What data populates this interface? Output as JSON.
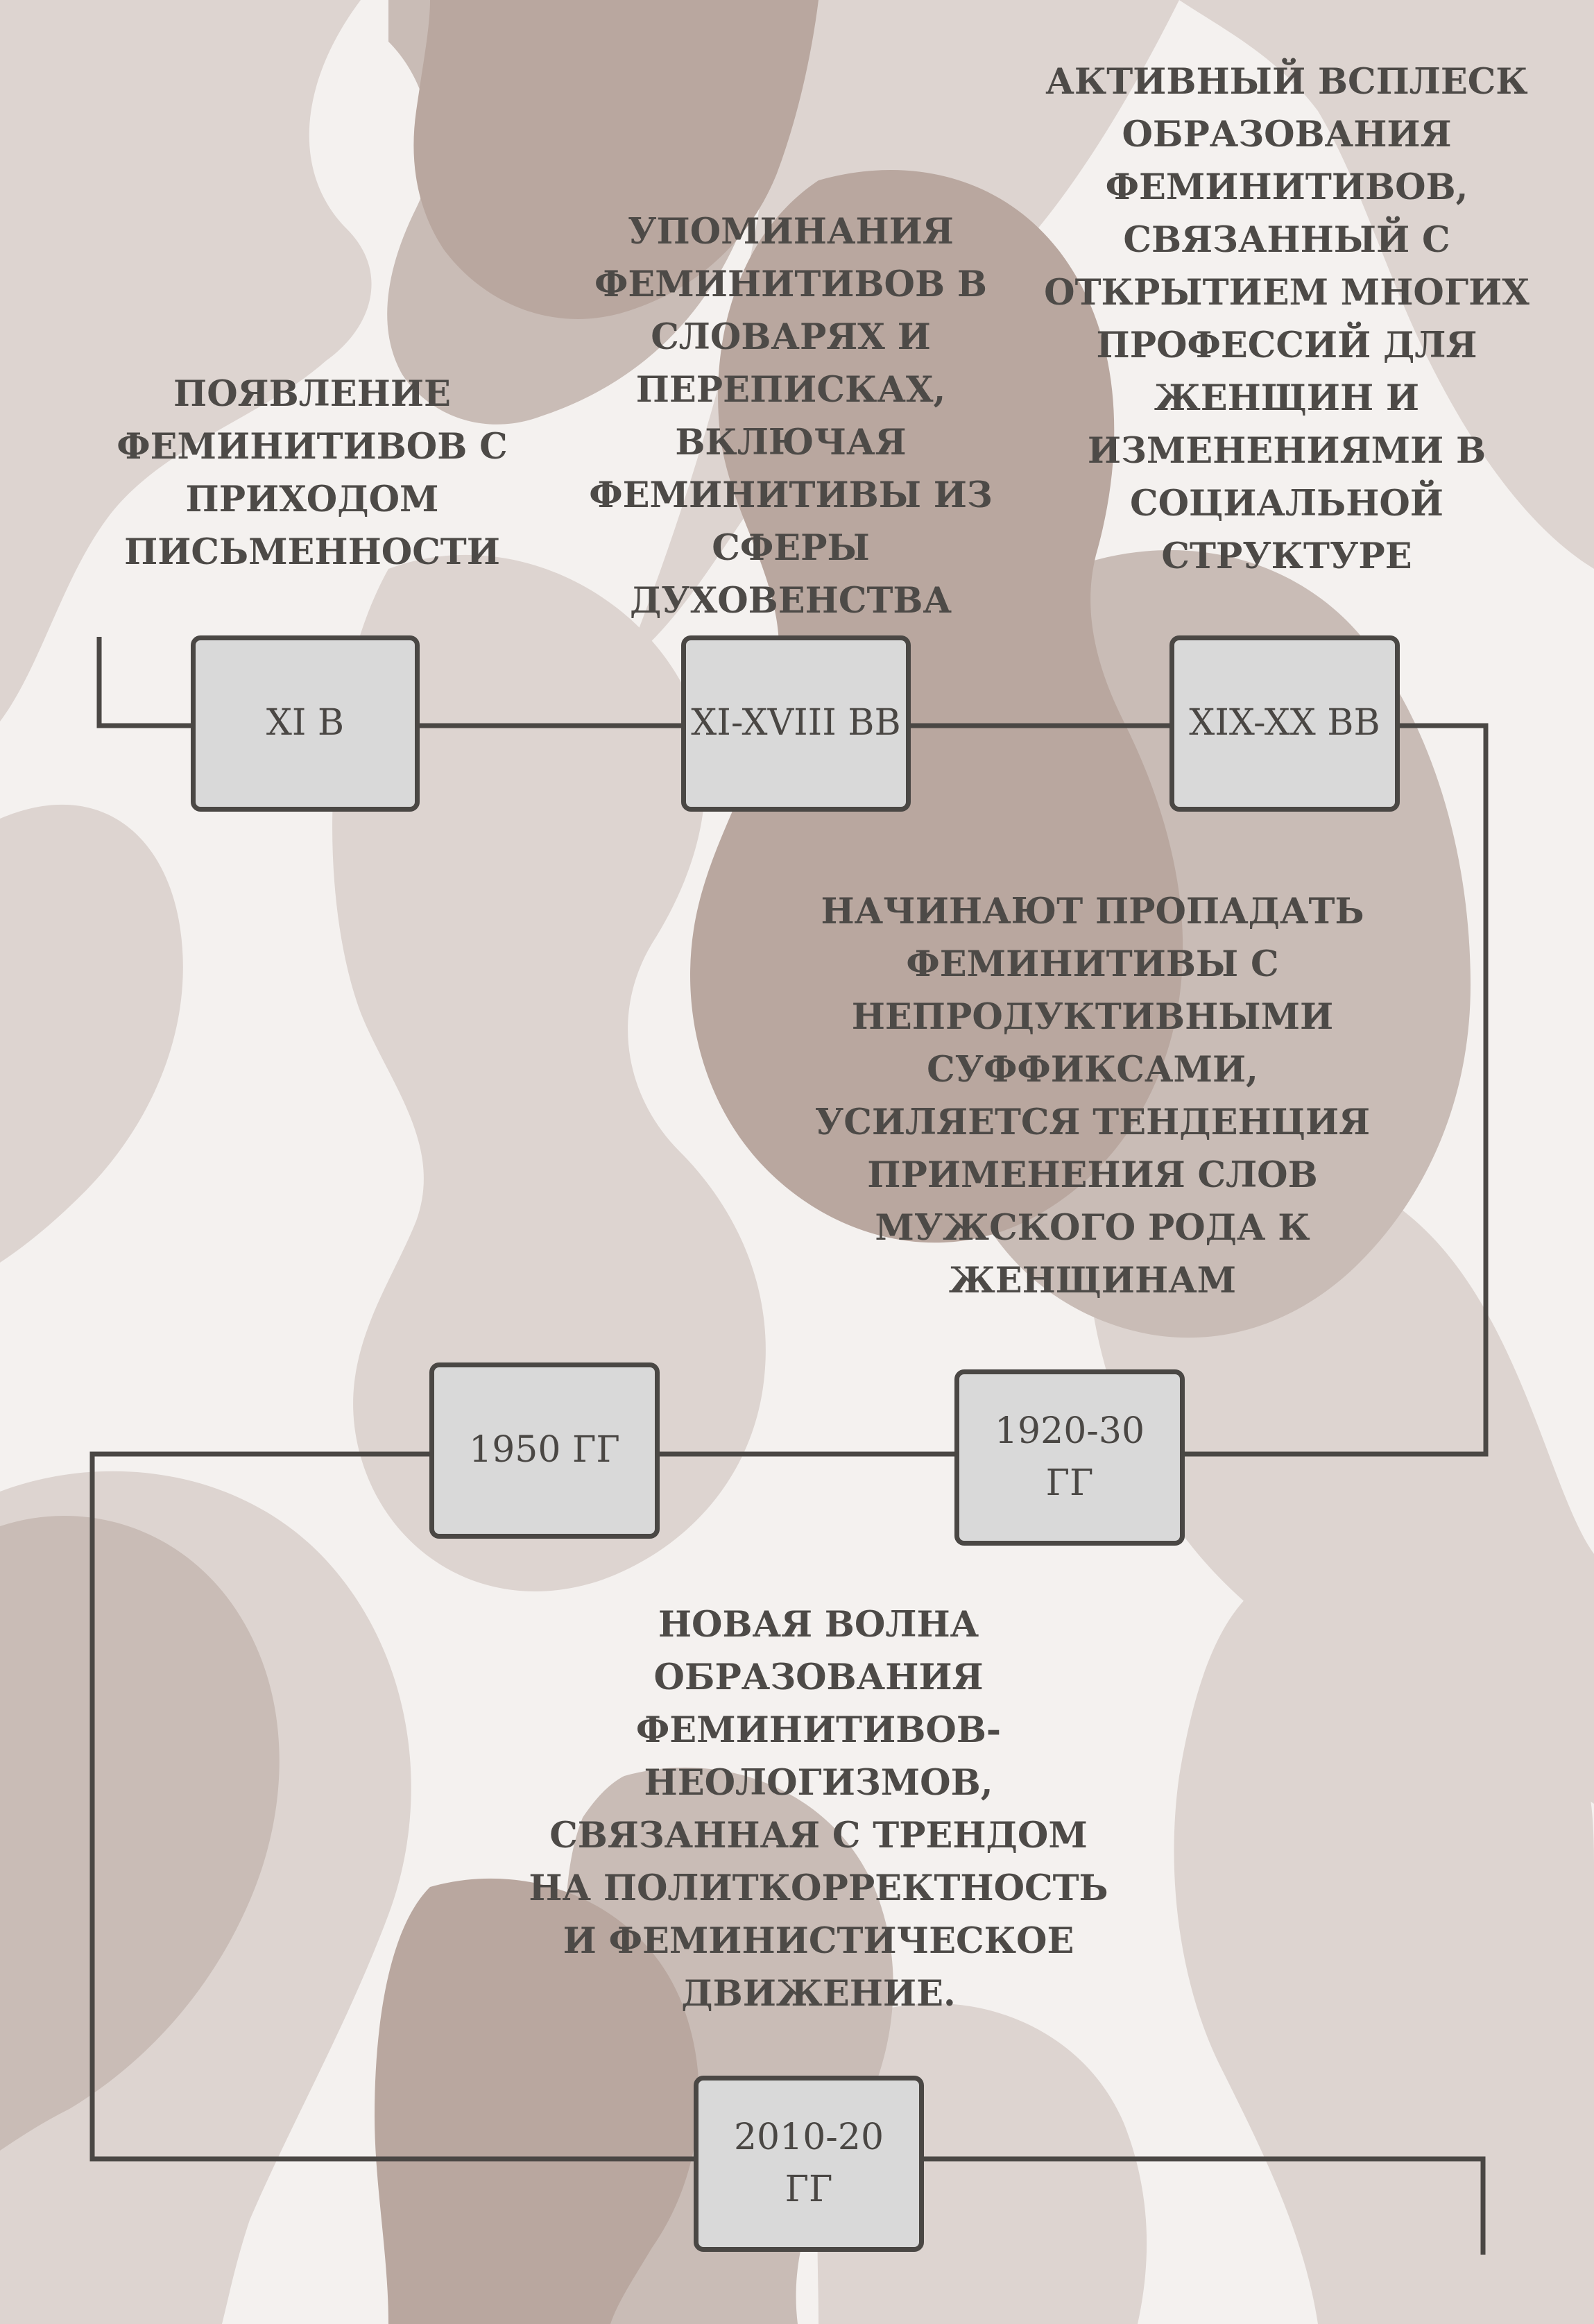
{
  "timeline": {
    "periods": [
      {
        "label": "XI в"
      },
      {
        "label": "XI-XVIII вв"
      },
      {
        "label": "XIX-XX вв"
      },
      {
        "label": "1920-30 гг"
      },
      {
        "label": "1950 гг"
      },
      {
        "label": "2010-20 гг"
      }
    ],
    "notes": [
      {
        "text": "Появление феминитивов с приходом письменности"
      },
      {
        "text": "Упоминания феминитивов в словарях и переписках, включая феминитивы из сферы духовенства"
      },
      {
        "text": "Активный всплеск образования феминитивов, связанный с открытием многих профессий для женщин и изменениями в социальной структуре"
      },
      {
        "text": "Начинают пропадать феминитивы с непродуктивными суффиксами, усиляется тенденция применения слов мужского рода к женщинам"
      },
      {
        "text": "Новая волна образования феминитивов-неологизмов, связанная с трендом на политкорректность и феминистическое движение."
      }
    ]
  },
  "colors": {
    "line": "#4a4744",
    "box_fill": "#d9d9d9",
    "text": "#4d4a47",
    "background_light": "#f4f1ef",
    "silhouette_light": "#ddd4d0",
    "silhouette_mid": "#c9bcb6",
    "silhouette_dark": "#b9a79f"
  }
}
